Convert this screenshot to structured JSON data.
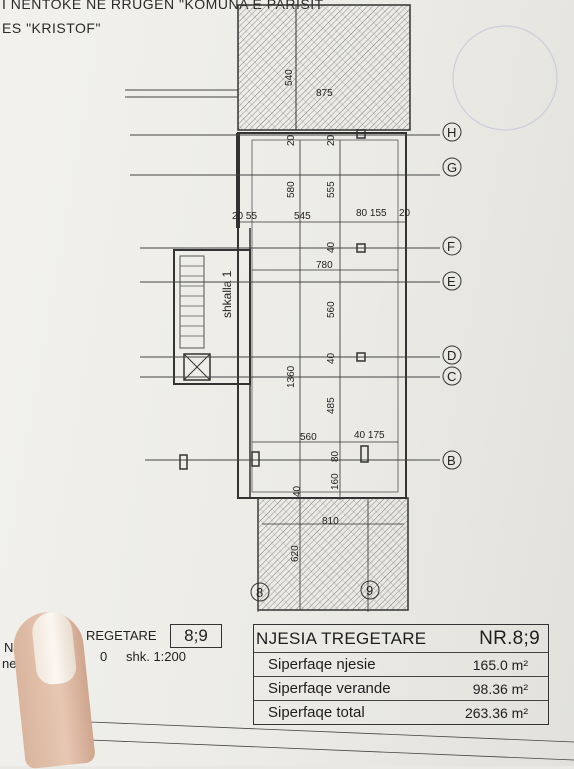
{
  "header": {
    "line1": "I NENTOKE NE RRUGEN \"KOMUNA E PARISIT",
    "line2": "ES \"KRISTOF\""
  },
  "plan": {
    "stair_label": "shkalla 1",
    "axes_right": [
      "H",
      "G",
      "F",
      "E",
      "D",
      "C",
      "B"
    ],
    "axes_bottom": [
      "8",
      "9"
    ],
    "dims": {
      "d540": "540",
      "d875": "875",
      "d20a": "20",
      "d20b": "20",
      "d580": "580",
      "d555": "555",
      "d2055": "20 55",
      "d545": "545",
      "d80155": "80  155",
      "d20c": "20",
      "d40a": "40",
      "d780": "780",
      "d560v": "560",
      "d1360": "1360",
      "d40b": "40",
      "d485": "485",
      "d560h": "560",
      "d40175": "40  175",
      "d160": "160",
      "d80": "80",
      "d810": "810",
      "d620": "620",
      "d40c": "40"
    }
  },
  "footer_left": {
    "nje": "NJE",
    "ne": "ne, k",
    "regetare": "REGETARE",
    "unit": "8;9",
    "zero": "0",
    "scale": "shk. 1:200"
  },
  "info_table": {
    "title": "NJESIA TREGETARE",
    "number": "NR.8;9",
    "rows": [
      {
        "label": "Siperfaqe njesie",
        "value": "165.0 m²"
      },
      {
        "label": "Siperfaqe verande",
        "value": "98.36 m²"
      },
      {
        "label": "Siperfaqe total",
        "value": "263.36 m²"
      }
    ]
  }
}
